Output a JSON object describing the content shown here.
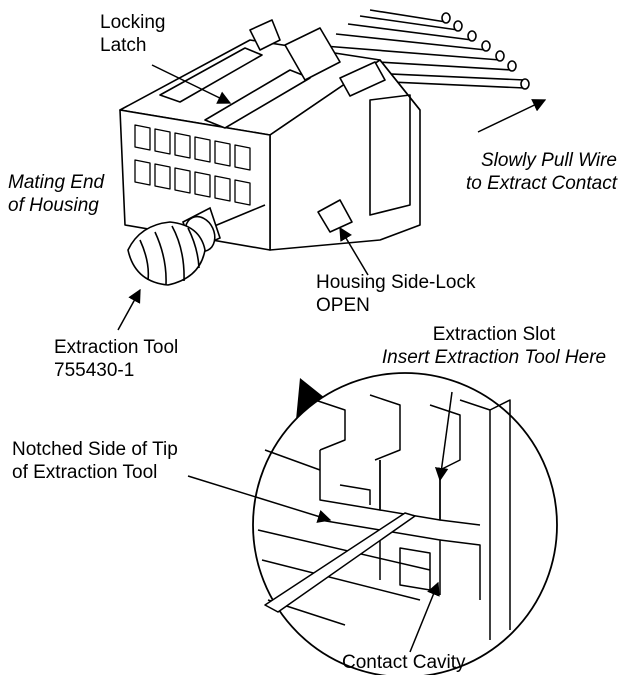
{
  "labels": {
    "locking_latch": [
      "Locking",
      "Latch"
    ],
    "mating_end": [
      "Mating End",
      "of Housing"
    ],
    "pull_wire": [
      "Slowly Pull Wire",
      "to Extract Contact"
    ],
    "side_lock": [
      "Housing Side-Lock",
      "OPEN"
    ],
    "extraction_tool": [
      "Extraction Tool",
      "755430-1"
    ],
    "extraction_slot": [
      "Extraction Slot",
      "Insert Extraction Tool Here"
    ],
    "notched_side": [
      "Notched Side of Tip",
      "of Extraction Tool"
    ],
    "contact_cavity": "Contact Cavity"
  }
}
